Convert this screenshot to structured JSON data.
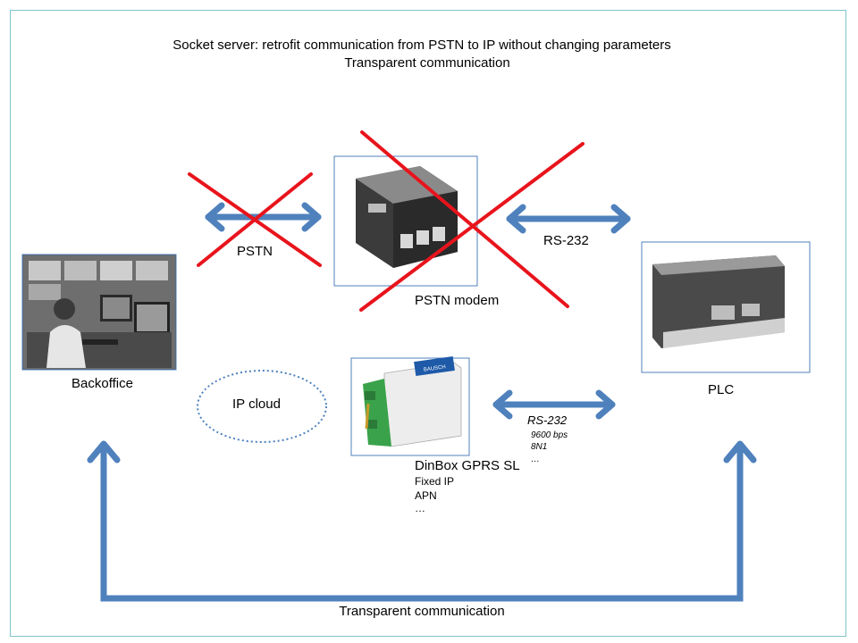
{
  "header": {
    "line1": "Socket server: retrofit communication from PSTN to IP without changing parameters",
    "line2": "Transparent  communication"
  },
  "nodes": {
    "backoffice": "Backoffice",
    "pstn_modem": "PSTN modem",
    "plc": "PLC",
    "ip_cloud": "IP cloud",
    "dinbox": "DinBox GPRS SL",
    "device_label": "BAUSCH"
  },
  "links": {
    "pstn": "PSTN",
    "rs232_top": "RS-232",
    "rs232_bottom": "RS-232"
  },
  "rs232_params": [
    "9600 bps",
    "8N1",
    "…"
  ],
  "dinbox_params": [
    "Fixed IP",
    "APN",
    "…"
  ],
  "footer": "Transparent  communication",
  "colors": {
    "arrow": "#4f81bd",
    "cross": "#e8141c",
    "frame": "#7fc4c9",
    "box_border": "#4f81bd"
  }
}
